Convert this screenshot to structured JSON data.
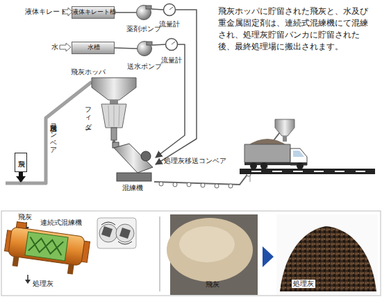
{
  "diagram": {
    "nodes": [
      {
        "text": [
          "液体キレート槽"
        ]
      },
      {
        "text": [
          "薬剤ポンプ"
        ]
      },
      {
        "text": [
          "流量計"
        ]
      },
      {
        "text": [
          "水槽"
        ]
      },
      {
        "text": [
          "送水ポンプ"
        ]
      },
      {
        "text": [
          "流量計"
        ]
      },
      {
        "text": [
          "飛灰ホッパ"
        ]
      },
      {
        "text": [
          "飛灰"
        ]
      },
      {
        "text": [
          "混練機"
        ]
      }
    ],
    "edges": [
      {
        "from": 0,
        "to": 1,
        "arrow": "none"
      },
      {
        "from": 1,
        "to": 2,
        "arrow": "none"
      },
      {
        "from": 2,
        "to": 8,
        "arrow": "to"
      },
      {
        "from": 3,
        "to": 4,
        "arrow": "none"
      },
      {
        "from": 4,
        "to": 5,
        "arrow": "none"
      },
      {
        "from": 5,
        "to": 8,
        "arrow": "to"
      },
      {
        "from": 7,
        "to": 6,
        "label": "飛灰移送コンベア",
        "arrow": "none"
      },
      {
        "from": 6,
        "to": 8,
        "arrow": "none"
      }
    ],
    "labels": [
      "液体キレート",
      "水",
      "飛灰ホッパに貯留された飛灰と、水及び 重金属固定剤は、連続式混練機にて混練 され、処理灰貯留バンカに貯留された 後、最終処理場に搬出されます。",
      "フィダー",
      "処理灰移送コンベア",
      "飛灰",
      "連続式混練機",
      "処理灰",
      "飛灰",
      "処理灰"
    ]
  }
}
